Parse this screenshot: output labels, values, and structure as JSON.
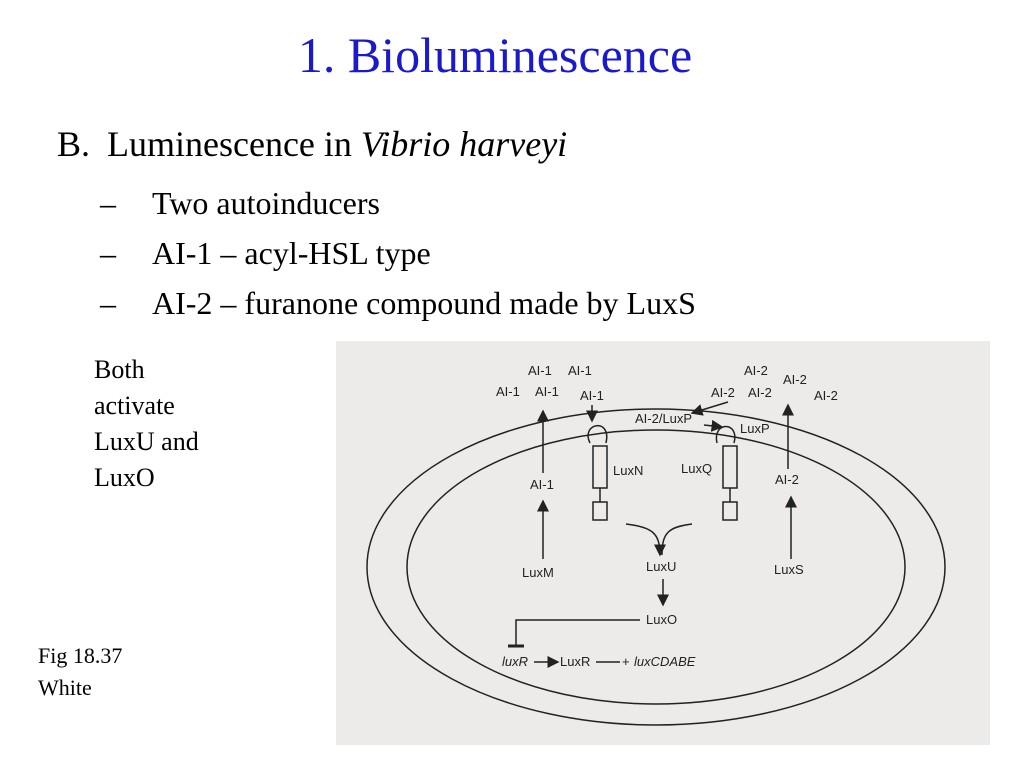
{
  "slide": {
    "title": "1. Bioluminescence",
    "subhead": {
      "number": "B.",
      "text": "Luminescence in ",
      "italic": "Vibrio harveyi"
    },
    "bullets": [
      {
        "dash": "–",
        "text": "Two autoinducers"
      },
      {
        "dash": "–",
        "text": "AI-1 – acyl-HSL type"
      },
      {
        "dash": "–",
        "text": "AI-2 – furanone compound made by LuxS"
      }
    ],
    "side_note": [
      "Both",
      "activate",
      "LuxU and",
      "LuxO"
    ],
    "fig_caption": [
      "Fig 18.37",
      "White"
    ]
  },
  "diagram": {
    "labels": {
      "ai1_top": [
        "AI-1",
        "AI-1",
        "AI-1",
        "AI-1",
        "AI-1"
      ],
      "ai2_top": [
        "AI-2",
        "AI-2",
        "AI-2",
        "AI-2",
        "AI-2"
      ],
      "ai2_luxp": "AI-2/LuxP",
      "luxp": "LuxP",
      "luxn": "LuxN",
      "luxq": "LuxQ",
      "ai1_inner": "AI-1",
      "ai2_inner": "AI-2",
      "luxm": "LuxM",
      "luxs": "LuxS",
      "luxu": "LuxU",
      "luxo": "LuxO",
      "luxR_gene": "luxR",
      "luxR_protein": "LuxR",
      "plus": "+",
      "operon": "luxCDABE"
    }
  }
}
